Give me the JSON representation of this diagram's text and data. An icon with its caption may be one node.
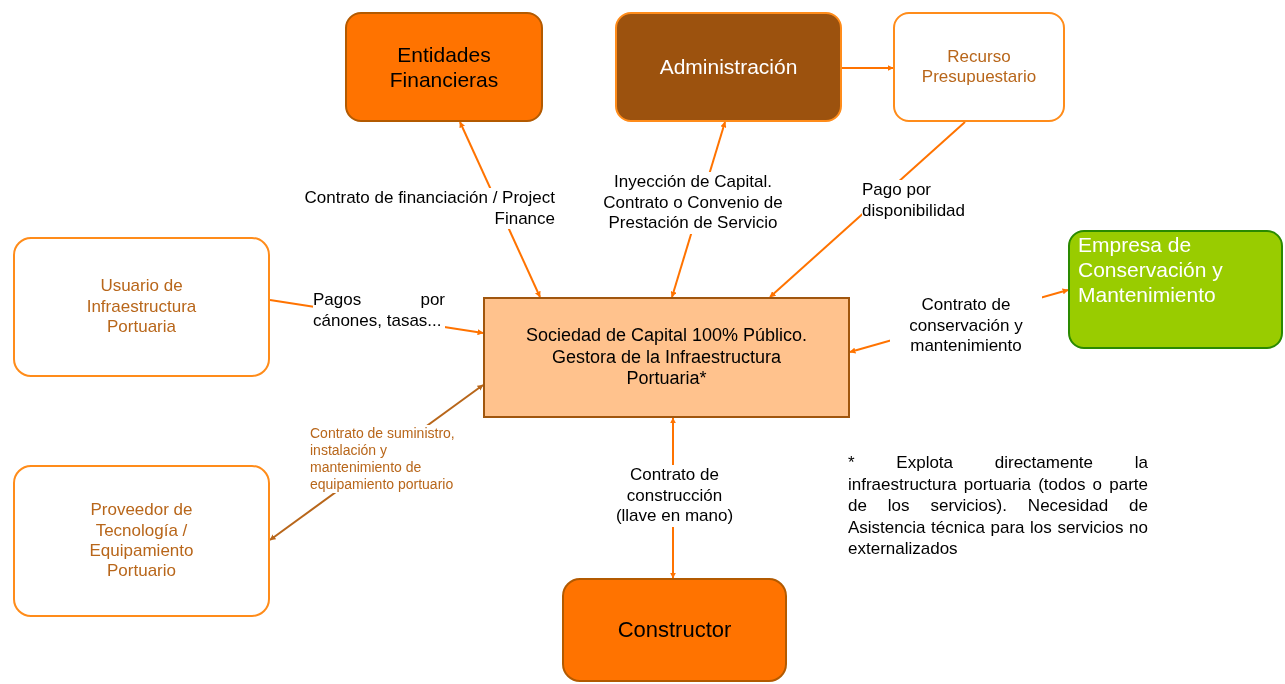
{
  "diagram": {
    "nodes": [
      {
        "text": [
          "Entidades Financieras"
        ]
      },
      {
        "text": [
          "Administración"
        ]
      },
      {
        "text": [
          "Recurso Presupuestario"
        ]
      },
      {
        "text": [
          "Usuario de Infraestructura Portuaria"
        ]
      },
      {
        "text": [
          "Sociedad de Capital 100% Público. Gestora de la Infraestructura Portuaria*"
        ]
      },
      {
        "text": [
          "Empresa de Conservación y Mantenimiento"
        ]
      },
      {
        "text": [
          "Proveedor de Tecnología / Equipamiento Portuario"
        ]
      },
      {
        "text": [
          "Constructor"
        ]
      }
    ],
    "edges": [
      {
        "from": 4,
        "to": 0,
        "arrow": "both",
        "label": "Contrato de financiación / Project Finance"
      },
      {
        "from": 4,
        "to": 1,
        "arrow": "both",
        "label": "Inyección de Capital. Contrato o Convenio de Prestación de Servicio"
      },
      {
        "from": 1,
        "to": 2,
        "arrow": "to"
      },
      {
        "from": 2,
        "to": 4,
        "arrow": "to",
        "label": "Pago por disponibilidad"
      },
      {
        "from": 3,
        "to": 4,
        "arrow": "to",
        "label": "Pagos por cánones, tasas..."
      },
      {
        "from": 4,
        "to": 5,
        "arrow": "both",
        "label": "Contrato de conservación y mantenimiento"
      },
      {
        "from": 4,
        "to": 6,
        "arrow": "both",
        "label": "Contrato de suministro, instalación y mantenimiento de equipamiento portuario",
        "color": "#b8661a"
      },
      {
        "from": 4,
        "to": 7,
        "arrow": "both",
        "label": "Contrato de construcción (llave en mano)"
      }
    ],
    "labels": [
      "* Explota directamente la infraestructura portuaria (todos o parte de los servicios). Necesidad de Asistencia técnica para los servicios no externalizados"
    ]
  }
}
